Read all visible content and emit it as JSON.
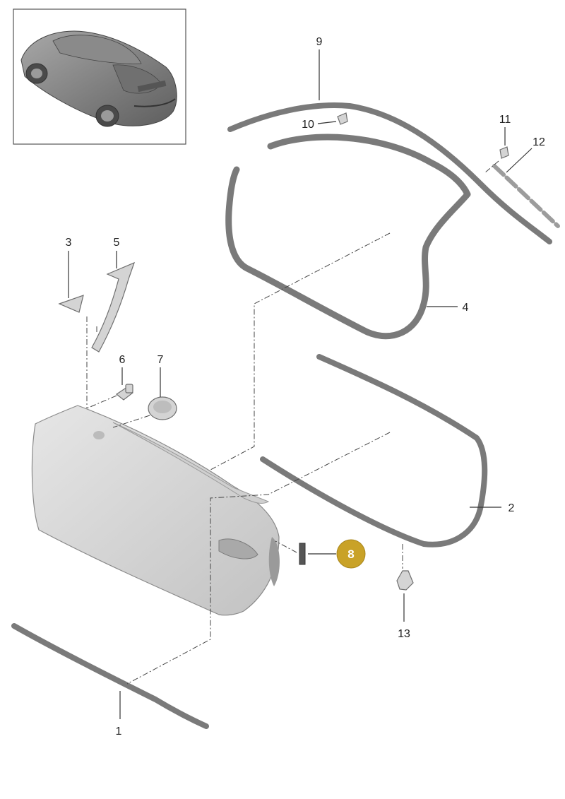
{
  "callouts": [
    {
      "id": "1",
      "label": "1"
    },
    {
      "id": "2",
      "label": "2"
    },
    {
      "id": "3",
      "label": "3"
    },
    {
      "id": "4",
      "label": "4"
    },
    {
      "id": "5",
      "label": "5"
    },
    {
      "id": "6",
      "label": "6"
    },
    {
      "id": "7",
      "label": "7"
    },
    {
      "id": "8",
      "label": "8",
      "highlighted": true
    },
    {
      "id": "9",
      "label": "9"
    },
    {
      "id": "10",
      "label": "10"
    },
    {
      "id": "11",
      "label": "11"
    },
    {
      "id": "12",
      "label": "12"
    },
    {
      "id": "13",
      "label": "13"
    }
  ],
  "colors": {
    "highlight_badge": "#c9a227",
    "part_fill": "#d4d4d4",
    "outline": "#6e6e6e"
  }
}
